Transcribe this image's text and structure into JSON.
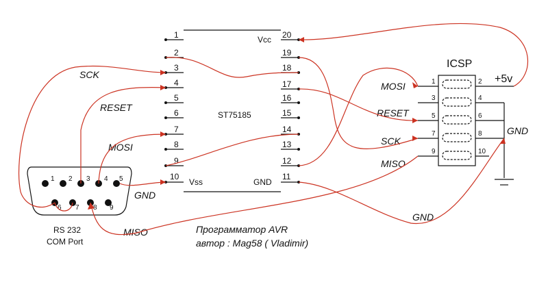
{
  "chip": {
    "name": "ST75185",
    "left_pins": [
      "1",
      "2",
      "3",
      "4",
      "5",
      "6",
      "7",
      "8",
      "9",
      "10"
    ],
    "right_pins": [
      "20",
      "19",
      "18",
      "17",
      "16",
      "15",
      "14",
      "13",
      "12",
      "11"
    ],
    "vcc_label": "Vcc",
    "vss_label": "Vss",
    "gnd_label": "GND"
  },
  "signals": {
    "sck": "SCK",
    "reset": "RESET",
    "mosi": "MOSI",
    "miso": "MISO",
    "gnd": "GND"
  },
  "icsp": {
    "title": "ICSP",
    "left_pins": [
      "1",
      "3",
      "5",
      "7",
      "9"
    ],
    "right_pins": [
      "2",
      "4",
      "6",
      "8",
      "10"
    ],
    "mosi": "MOSI",
    "reset": "RESET",
    "sck": "SCK",
    "miso": "MISO",
    "plus5v": "+5v",
    "gnd": "GND"
  },
  "db9": {
    "top_pins": [
      "1",
      "2",
      "3",
      "4",
      "5"
    ],
    "bottom_pins": [
      "6",
      "7",
      "8",
      "9"
    ],
    "label_line1": "RS 232",
    "label_line2": "COM Port",
    "gnd": "GND",
    "miso": "MISO"
  },
  "wire_gnd_label": "GND",
  "caption": {
    "line1": "Программатор   AVR",
    "line2": "автор :    Mag58  ( Vladimir)"
  },
  "colors": {
    "wire": "#cc3322",
    "ink": "#111111"
  }
}
